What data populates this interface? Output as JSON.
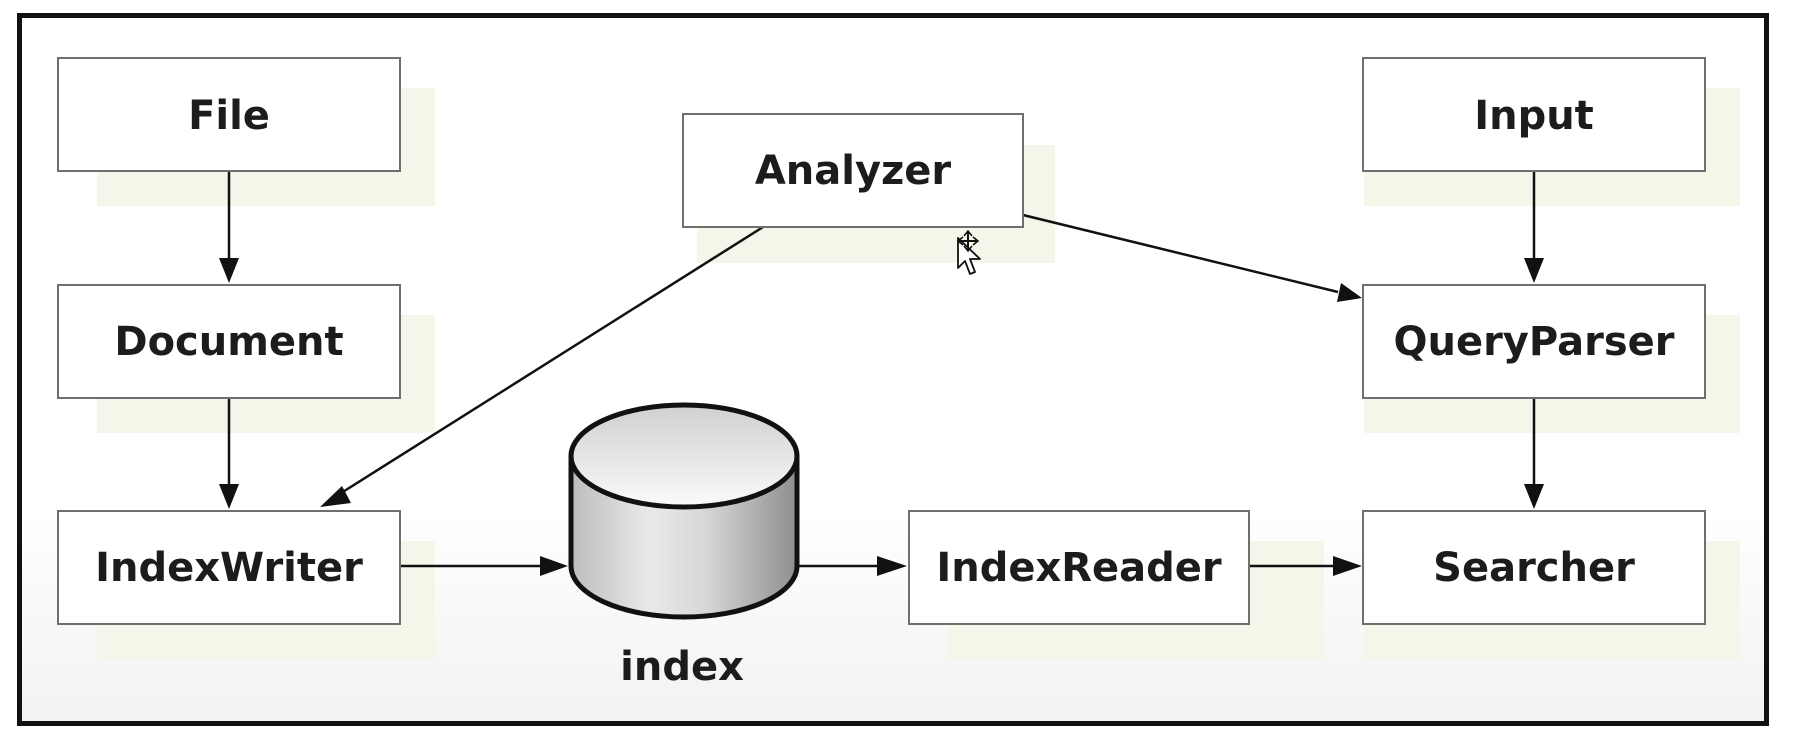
{
  "diagram": {
    "nodes": {
      "file": "File",
      "document": "Document",
      "indexwriter": "IndexWriter",
      "analyzer": "Analyzer",
      "index": "index",
      "indexreader": "IndexReader",
      "input": "Input",
      "queryparser": "QueryParser",
      "searcher": "Searcher"
    },
    "edges": [
      {
        "from": "file",
        "to": "document"
      },
      {
        "from": "document",
        "to": "indexwriter"
      },
      {
        "from": "analyzer",
        "to": "indexwriter"
      },
      {
        "from": "analyzer",
        "to": "queryparser"
      },
      {
        "from": "indexwriter",
        "to": "index"
      },
      {
        "from": "index",
        "to": "indexreader"
      },
      {
        "from": "indexreader",
        "to": "searcher"
      },
      {
        "from": "input",
        "to": "queryparser"
      },
      {
        "from": "queryparser",
        "to": "searcher"
      }
    ]
  }
}
